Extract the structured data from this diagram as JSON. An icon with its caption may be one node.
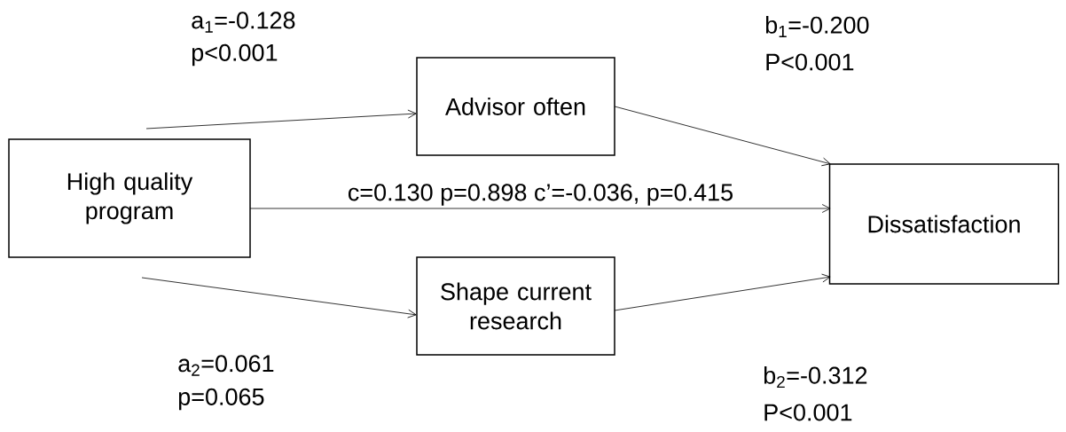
{
  "diagram": {
    "nodes": [
      {
        "text": [
          "High quality program"
        ]
      },
      {
        "text": [
          "Advisor often"
        ]
      },
      {
        "text": [
          "Shape current research"
        ]
      },
      {
        "text": [
          "Dissatisfaction"
        ]
      }
    ],
    "edges": [
      {
        "from": 0,
        "to": 1,
        "arrow": "to"
      },
      {
        "from": 1,
        "to": 3,
        "arrow": "to"
      },
      {
        "from": 0,
        "to": 3,
        "arrow": "to",
        "label": "c=0.130 p=0.898 c’=-0.036, p=0.415"
      },
      {
        "from": 0,
        "to": 2,
        "arrow": "to"
      },
      {
        "from": 2,
        "to": 3,
        "arrow": "to"
      }
    ],
    "labels": [
      "a$_{1}$=-0.128",
      "p<0.001",
      "b$_{1}$=-0.200",
      "P<0.001",
      "a$_{2}$=0.061",
      "p=0.065",
      "b$_{2}$=-0.312",
      "P<0.001"
    ]
  }
}
